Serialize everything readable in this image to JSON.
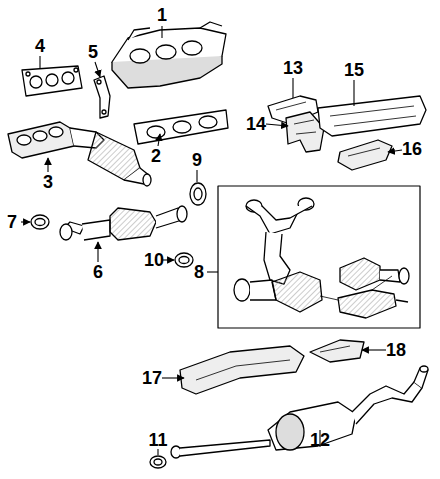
{
  "diagram": {
    "labels": [
      "1",
      "4",
      "5",
      "13",
      "15",
      "14",
      "2",
      "16",
      "3",
      "9",
      "7",
      "6",
      "10",
      "8",
      "17",
      "18",
      "11",
      "12"
    ]
  }
}
